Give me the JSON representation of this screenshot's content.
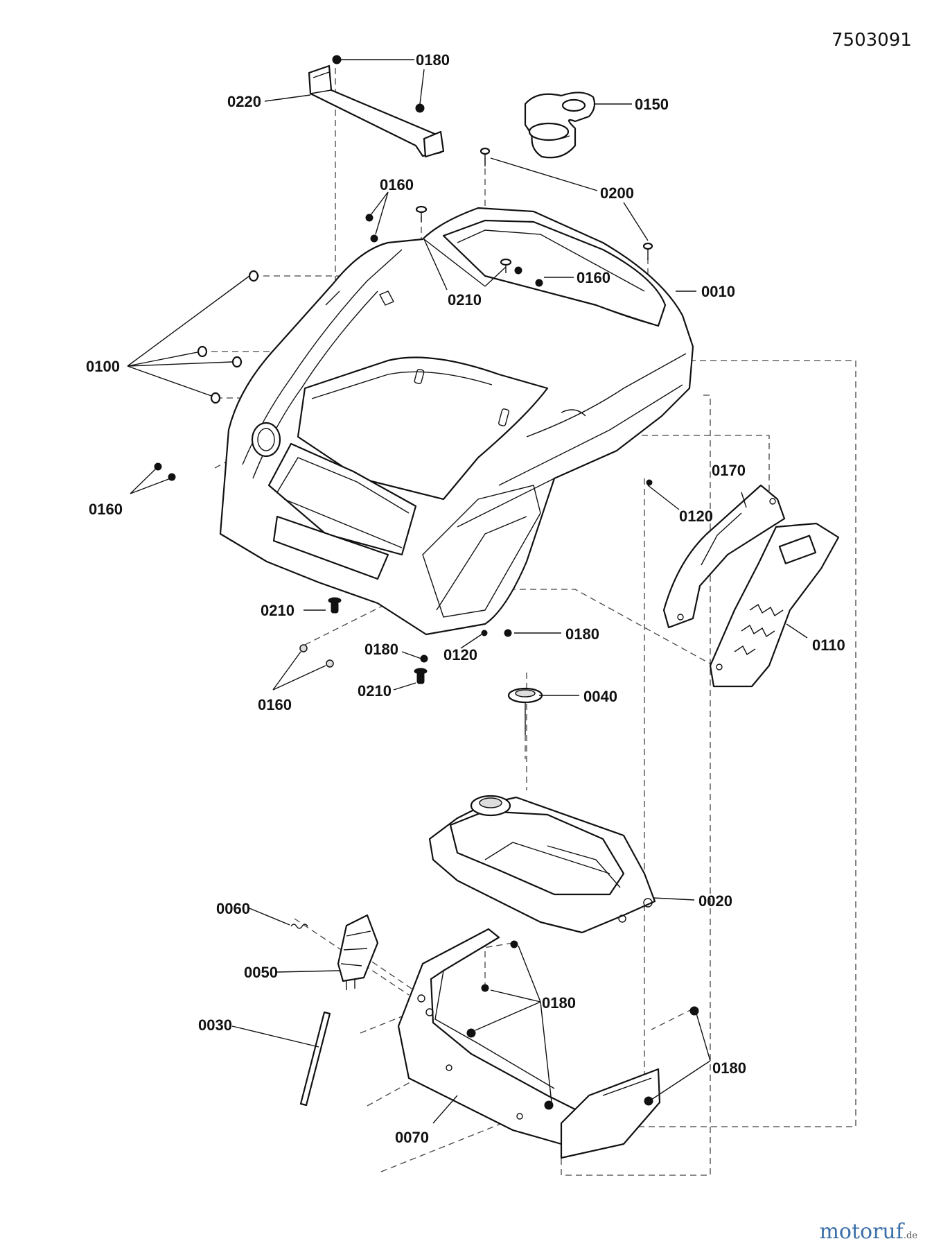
{
  "drawing_number": "7503091",
  "watermark": {
    "brand": "motoruf",
    "suffix": ".de"
  },
  "callouts": [
    "0180",
    "0220",
    "0150",
    "0200",
    "0160",
    "0210",
    "0160",
    "0010",
    "0100",
    "0160",
    "0120",
    "0170",
    "0110",
    "0210",
    "0180",
    "0180",
    "0120",
    "0160",
    "0210",
    "0040",
    "0020",
    "0060",
    "0050",
    "0030",
    "0180",
    "0180",
    "0070"
  ]
}
